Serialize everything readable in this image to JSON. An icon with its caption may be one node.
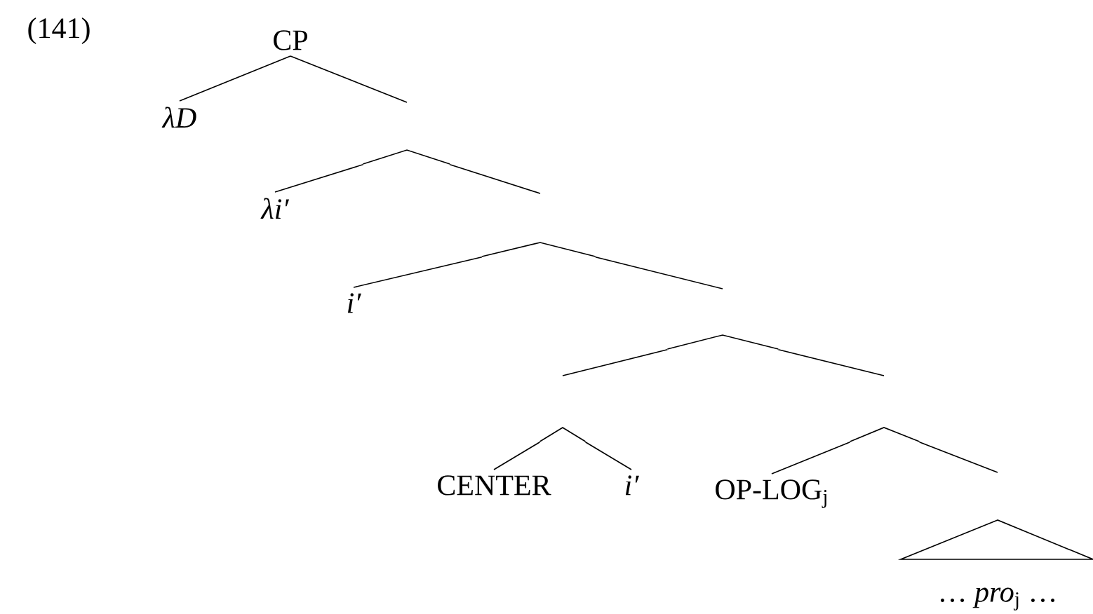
{
  "diagram": {
    "nodes": [
      {
        "text": [
          "CP"
        ]
      },
      {
        "text": [
          "λD"
        ]
      },
      {
        "text": [],
        "shape": "chevron"
      },
      {
        "text": [
          "λi′"
        ]
      },
      {
        "text": [],
        "shape": "chevron"
      },
      {
        "text": [
          "i′"
        ]
      },
      {
        "text": [],
        "shape": "chevron"
      },
      {
        "text": [],
        "shape": "chevron"
      },
      {
        "text": [
          "CENTER"
        ]
      },
      {
        "text": [
          "i′"
        ]
      },
      {
        "text": [],
        "shape": "chevron"
      },
      {
        "text": [
          "OP-LOG$_{j}$"
        ]
      },
      {
        "text": [
          "… *pro*$_{j}$ …"
        ]
      }
    ],
    "edges": [
      {
        "from": 0,
        "to": 1,
        "arrow": "none"
      },
      {
        "from": 0,
        "to": 2,
        "arrow": "none"
      },
      {
        "from": 2,
        "to": 3,
        "arrow": "none"
      },
      {
        "from": 2,
        "to": 4,
        "arrow": "none"
      },
      {
        "from": 4,
        "to": 5,
        "arrow": "none"
      },
      {
        "from": 4,
        "to": 6,
        "arrow": "none"
      },
      {
        "from": 6,
        "to": 7,
        "arrow": "none"
      },
      {
        "from": 6,
        "to": 10,
        "arrow": "none"
      },
      {
        "from": 7,
        "to": 8,
        "arrow": "none"
      },
      {
        "from": 7,
        "to": 9,
        "arrow": "none"
      },
      {
        "from": 10,
        "to": 11,
        "arrow": "none"
      },
      {
        "from": 10,
        "to": 12,
        "arrow": "none"
      }
    ],
    "labels": [
      "(141)"
    ]
  }
}
